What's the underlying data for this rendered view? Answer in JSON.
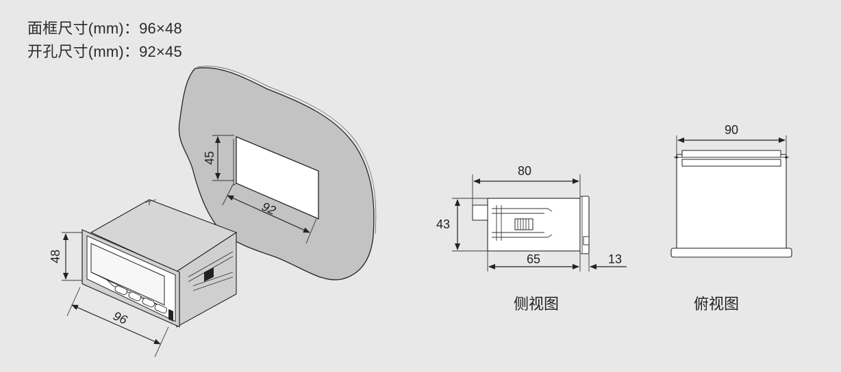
{
  "specs": {
    "bezel": "面框尺寸(mm)：96×48",
    "cutout": "开孔尺寸(mm)：92×45"
  },
  "dimensions": {
    "cutout_height": "45",
    "cutout_width": "92",
    "front_height": "48",
    "front_width": "96",
    "side_length": "80",
    "side_height": "43",
    "side_body": "65",
    "side_panel": "13",
    "top_width": "90"
  },
  "captions": {
    "side_view": "侧视图",
    "top_view": "俯视图"
  },
  "colors": {
    "background": "#e8e8e8",
    "panel": "#c0c0c0",
    "line": "#222222"
  }
}
